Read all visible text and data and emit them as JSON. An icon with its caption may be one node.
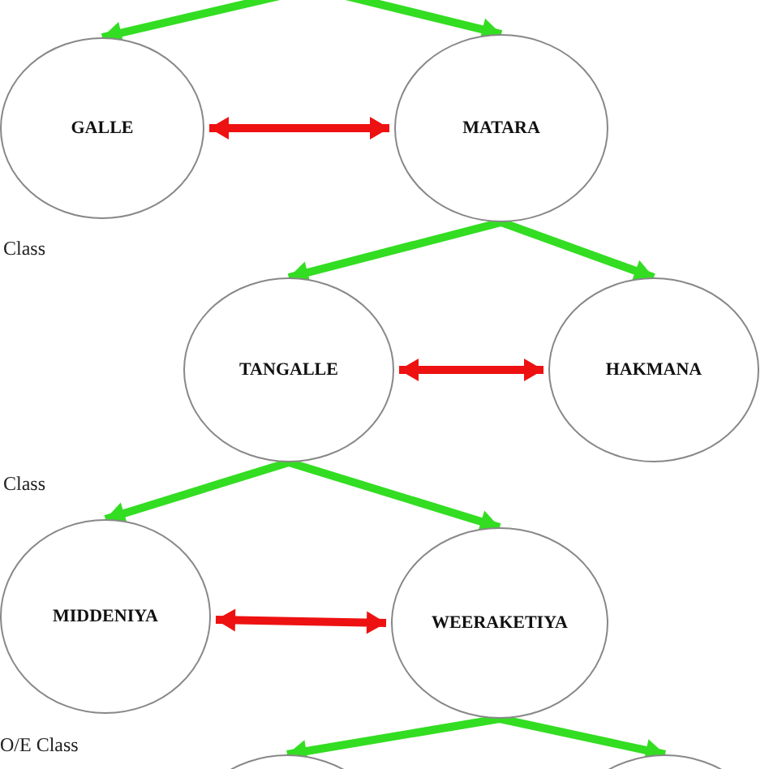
{
  "diagram": {
    "nodes": [
      {
        "text": [
          "GALLE"
        ]
      },
      {
        "text": [
          "MATARA"
        ]
      },
      {
        "text": [
          "TANGALLE"
        ]
      },
      {
        "text": [
          "HAKMANA"
        ]
      },
      {
        "text": [
          "MIDDENIYA"
        ]
      },
      {
        "text": [
          "WEERAKETIYA"
        ]
      },
      {
        "text": [],
        "shape": "circle"
      },
      {
        "text": [],
        "shape": "circle"
      }
    ],
    "edges": [
      {
        "from": null,
        "to": 0,
        "arrow": "to"
      },
      {
        "from": null,
        "to": 1,
        "arrow": "to"
      },
      {
        "from": 0,
        "to": 1,
        "arrow": "both",
        "color": "#ee1111"
      },
      {
        "from": 1,
        "to": 2,
        "arrow": "to"
      },
      {
        "from": 1,
        "to": 3,
        "arrow": "to"
      },
      {
        "from": 2,
        "to": 3,
        "arrow": "both",
        "color": "#ee1111"
      },
      {
        "from": 2,
        "to": 4,
        "arrow": "to"
      },
      {
        "from": 2,
        "to": 5,
        "arrow": "to"
      },
      {
        "from": 4,
        "to": 5,
        "arrow": "both",
        "color": "#ee1111"
      },
      {
        "from": 5,
        "to": 6,
        "arrow": "to"
      },
      {
        "from": 5,
        "to": 7,
        "arrow": "to"
      }
    ],
    "labels": [
      "Class",
      "Class",
      "O/E Class"
    ]
  }
}
